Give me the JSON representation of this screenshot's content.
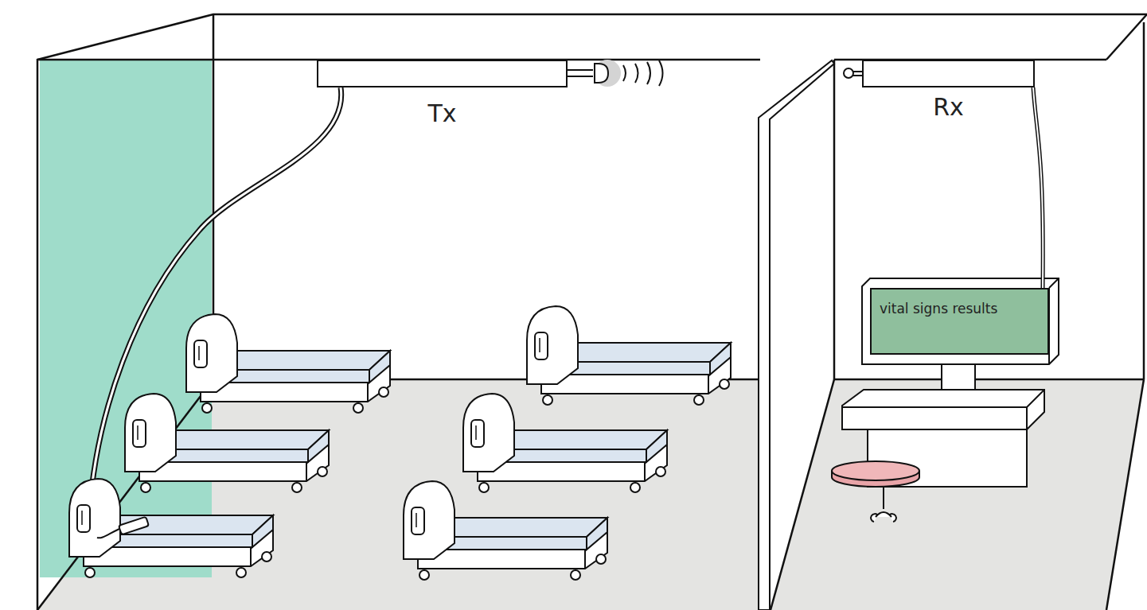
{
  "diagram": {
    "nodes": [
      {
        "text": [
          "Tx"
        ]
      },
      {
        "text": [
          "Rx"
        ]
      },
      {
        "text": [
          "vital signs results"
        ]
      }
    ],
    "edges": [
      {
        "from": 1,
        "to": 2,
        "arrow": "none"
      }
    ]
  }
}
